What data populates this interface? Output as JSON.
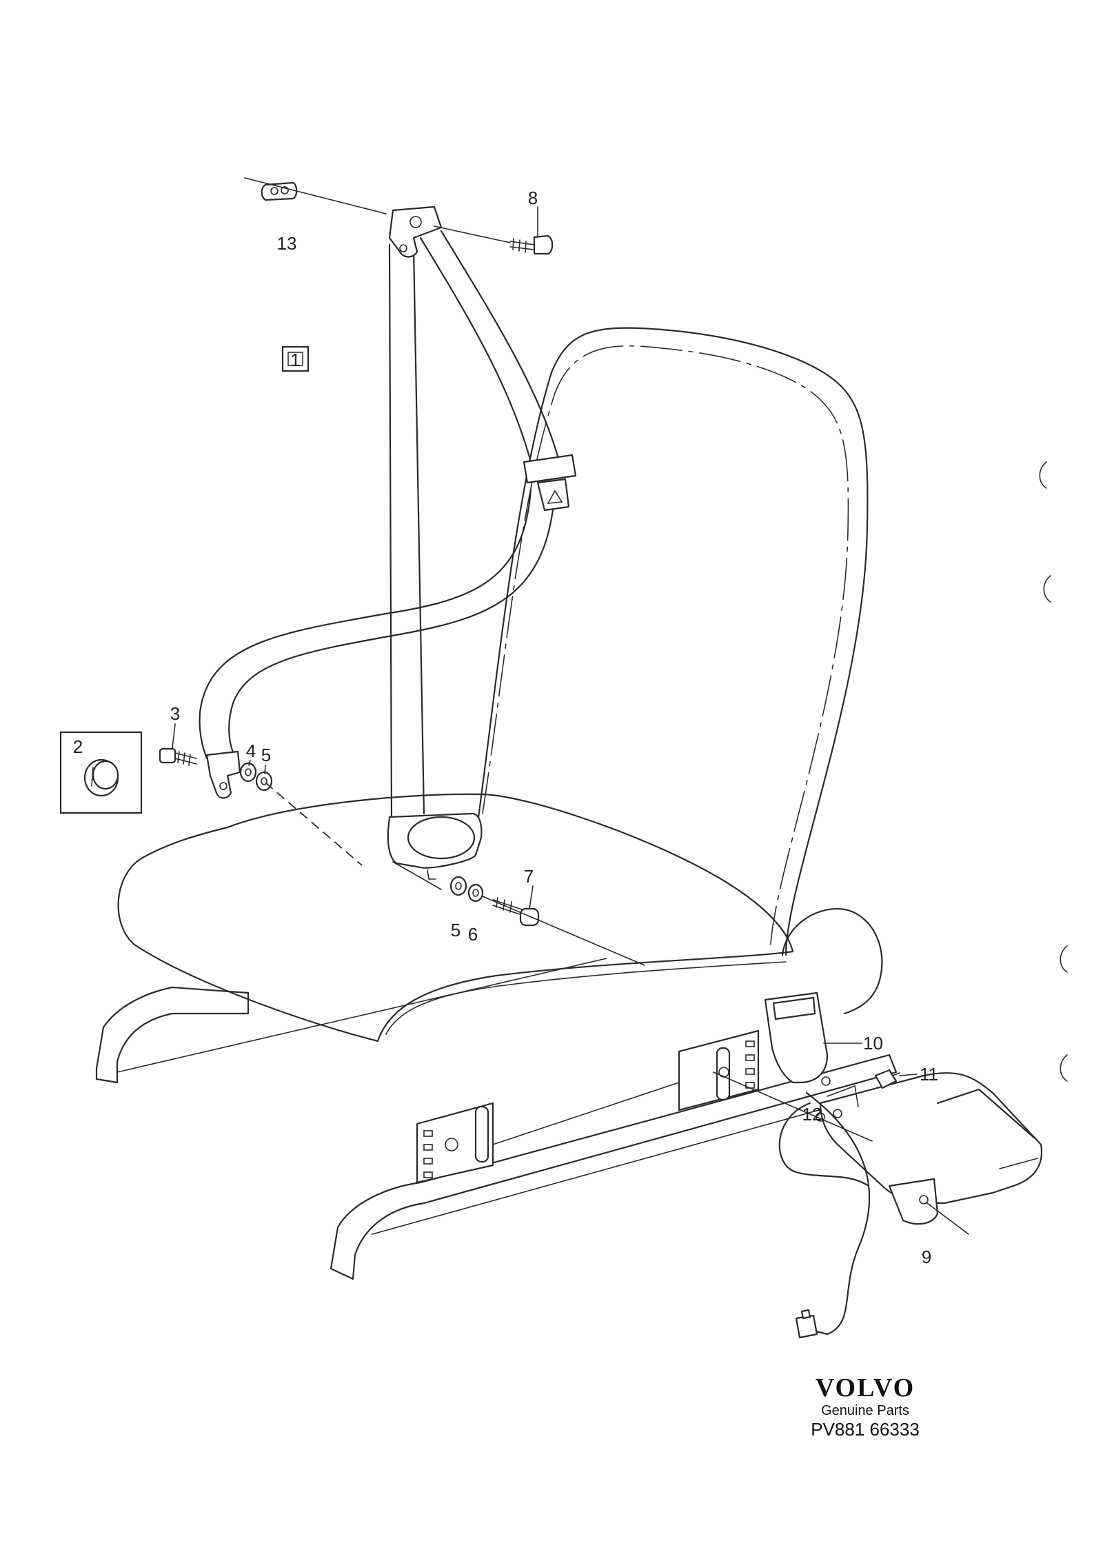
{
  "callouts": {
    "c1": "1",
    "c2": "2",
    "c3": "3",
    "c4": "4",
    "c5a": "5",
    "c5b": "5",
    "c6": "6",
    "c7": "7",
    "c8": "8",
    "c9": "9",
    "c10": "10",
    "c11": "11",
    "c12": "12",
    "c13": "13"
  },
  "footer": {
    "brand": "VOLVO",
    "tagline": "Genuine Parts",
    "code": "PV881 66333"
  }
}
